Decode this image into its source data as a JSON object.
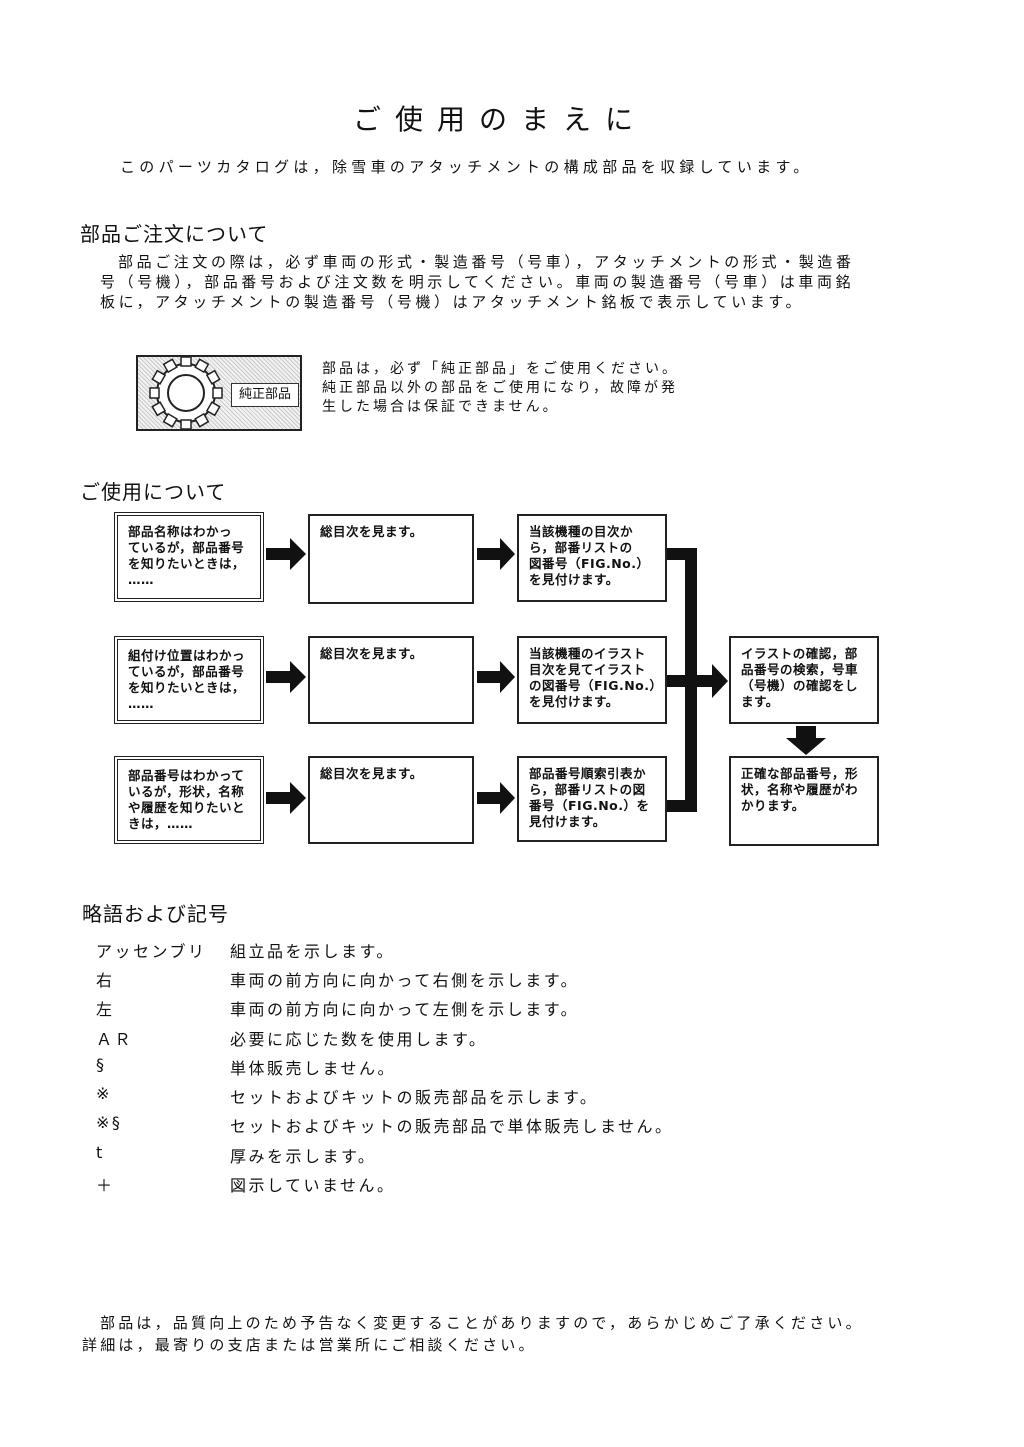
{
  "title": "ご使用のまえに",
  "intro": "このパーツカタログは，除雪車のアタッチメントの構成部品を収録しています。",
  "ordering": {
    "heading": "部品ご注文について",
    "lines": [
      "部品ご注文の際は，必ず車両の形式・製造番号（号車），アタッチメントの形式・製造番",
      "号（号機），部品番号および注文数を明示してください。車両の製造番号（号車）は車両銘",
      "板に，アタッチメントの製造番号（号機）はアタッチメント銘板で表示しています。"
    ],
    "genuine_label": "純正部品",
    "genuine_lines": [
      "部品は，必ず「純正部品」をご使用ください。",
      "純正部品以外の部品をご使用になり，故障が発",
      "生した場合は保証できません。"
    ]
  },
  "usage": {
    "heading": "ご使用について",
    "rows": [
      {
        "start": [
          "部品名称はわかっ",
          "ているが，部品番号",
          "を知りたいときは，",
          "……"
        ],
        "toc": [
          "総目次を見ます。"
        ],
        "find": [
          "当該機種の目次か",
          "ら，部番リストの",
          "図番号（FIG.No.）",
          "を見付けます。"
        ]
      },
      {
        "start": [
          "組付け位置はわかっ",
          "ているが，部品番号",
          "を知りたいときは，",
          "……"
        ],
        "toc": [
          "総目次を見ます。"
        ],
        "find": [
          "当該機種のイラスト",
          "目次を見てイラスト",
          "の図番号（FIG.No.）",
          "を見付けます。"
        ]
      },
      {
        "start": [
          "部品番号はわかって",
          "いるが，形状，名称",
          "や履歴を知りたいと",
          "きは，……"
        ],
        "toc": [
          "総目次を見ます。"
        ],
        "find": [
          "部品番号順索引表か",
          "ら，部番リストの図",
          "番号（FIG.No.）を",
          "見付けます。"
        ]
      }
    ],
    "confirm": [
      "イラストの確認，部",
      "品番号の検索，号車",
      "（号機）の確認をし",
      "ます。"
    ],
    "result": [
      "正確な部品番号，形",
      "状，名称や履歴がわ",
      "かります。"
    ]
  },
  "abbreviations": {
    "heading": "略語および記号",
    "items": [
      {
        "key": "アッセンブリ",
        "desc": "組立品を示します。"
      },
      {
        "key": "右",
        "desc": "車両の前方向に向かって右側を示します。"
      },
      {
        "key": "左",
        "desc": "車両の前方向に向かって左側を示します。"
      },
      {
        "key": "ＡＲ",
        "desc": "必要に応じた数を使用します。"
      },
      {
        "key": "§",
        "desc": "単体販売しません。"
      },
      {
        "key": "※",
        "desc": "セットおよびキットの販売部品を示します。"
      },
      {
        "key": "※§",
        "desc": "セットおよびキットの販売部品で単体販売しません。"
      },
      {
        "key": "t",
        "desc": "厚みを示します。"
      },
      {
        "key": "＋",
        "desc": "図示していません。"
      }
    ]
  },
  "footer": [
    "部品は，品質向上のため予告なく変更することがありますので，あらかじめご了承ください。",
    "詳細は，最寄りの支店または営業所にご相談ください。"
  ],
  "colors": {
    "ink": "#111111",
    "paper": "#ffffff"
  }
}
